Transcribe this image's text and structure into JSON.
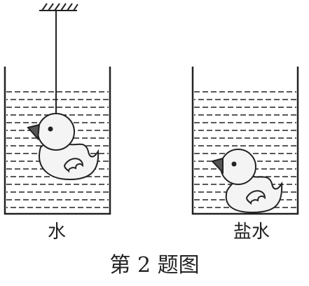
{
  "figure": {
    "left_container": {
      "liquid_label": "水"
    },
    "right_container": {
      "liquid_label": "盐水"
    },
    "caption": "第 2 题图",
    "colors": {
      "line": "#222222",
      "duck_fill": "#f4f4f4",
      "beak": "#555555"
    }
  }
}
